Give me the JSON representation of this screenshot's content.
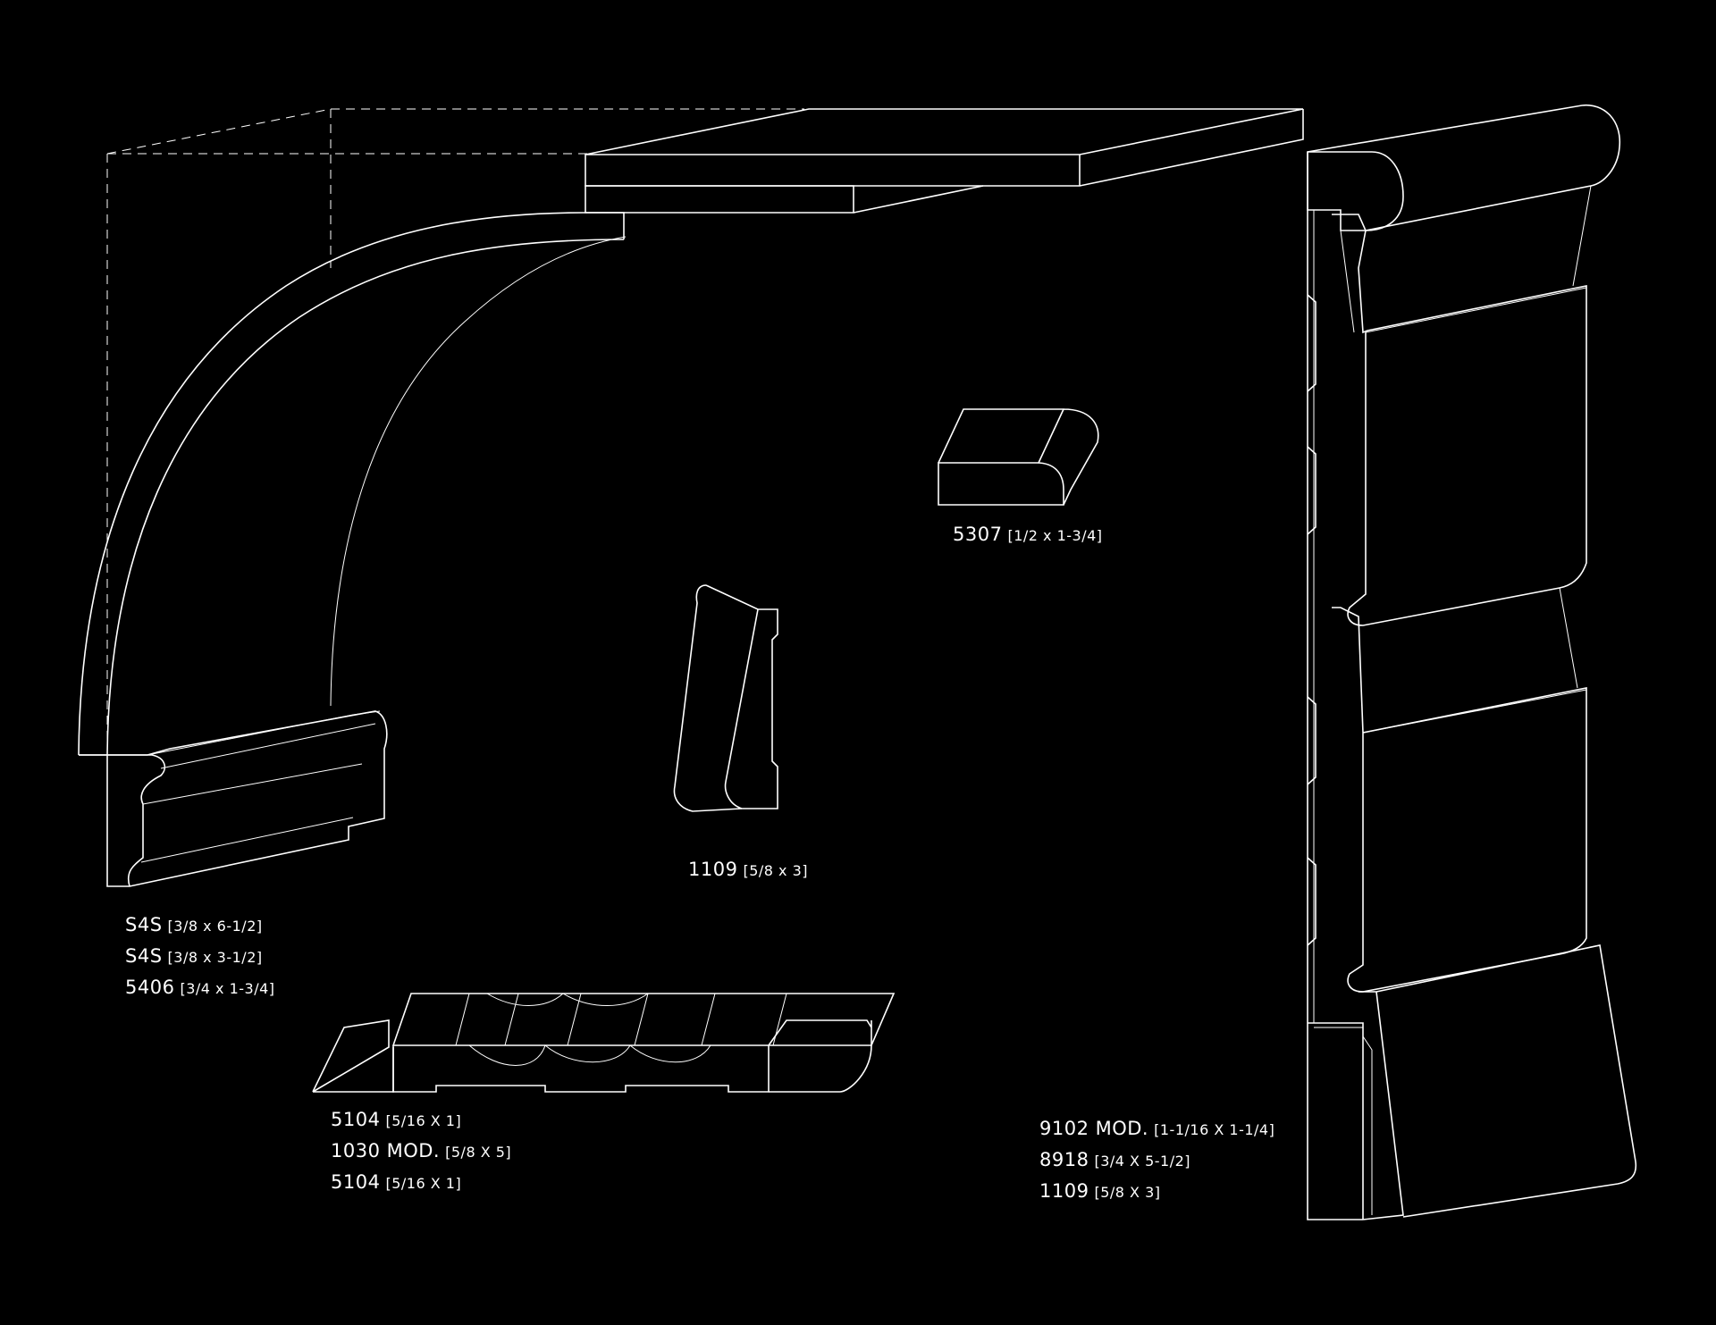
{
  "colors": {
    "background": "#000000",
    "line": "#ffffff"
  },
  "labels": {
    "profile_5307": {
      "code": "5307",
      "dim": "[1/2 x 1-3/4]"
    },
    "profile_1109_center": {
      "code": "1109",
      "dim": "[5/8 x 3]"
    },
    "left_group": [
      {
        "code": "S4S",
        "dim": "[3/8 x 6-1/2]"
      },
      {
        "code": "S4S",
        "dim": "[3/8 x 3-1/2]"
      },
      {
        "code": "5406",
        "dim": "[3/4 x 1-3/4]"
      }
    ],
    "bottom_group": [
      {
        "code": "5104",
        "dim": "[5/16 X 1]"
      },
      {
        "code": "1030 MOD.",
        "dim": "[5/8 X 5]"
      },
      {
        "code": "5104",
        "dim": "[5/16 X 1]"
      }
    ],
    "right_group": [
      {
        "code": "9102 MOD.",
        "dim": "[1-1/16 X 1-1/4]"
      },
      {
        "code": "8918",
        "dim": "[3/4 X 5-1/2]"
      },
      {
        "code": "1109",
        "dim": "[5/8 X 3]"
      }
    ]
  }
}
